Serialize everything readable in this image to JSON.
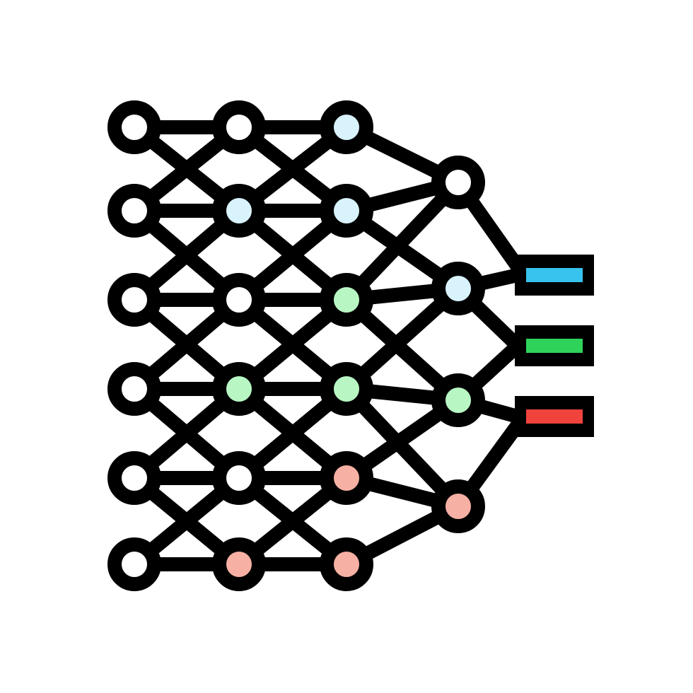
{
  "icon": {
    "name": "neural-network-icon",
    "colors": {
      "stroke": "#000000",
      "background": "#ffffff",
      "node_white": "#ffffff",
      "node_blue": "#d8f3fb",
      "node_green": "#b8f7c4",
      "node_red": "#f7b0a4",
      "output_blue": "#38c3ee",
      "output_green": "#2fd35a",
      "output_red": "#f0433c"
    },
    "layers": [
      {
        "name": "input-layer",
        "nodes": [
          "white",
          "white",
          "white",
          "white",
          "white",
          "white"
        ]
      },
      {
        "name": "hidden-layer-1",
        "nodes": [
          "white",
          "blue",
          "white",
          "green",
          "white",
          "red"
        ]
      },
      {
        "name": "hidden-layer-2",
        "nodes": [
          "blue",
          "blue",
          "green",
          "green",
          "red",
          "red"
        ]
      },
      {
        "name": "hidden-layer-3",
        "nodes": [
          "white",
          "blue",
          "green",
          "red"
        ]
      }
    ],
    "outputs": [
      "blue",
      "green",
      "red"
    ]
  }
}
